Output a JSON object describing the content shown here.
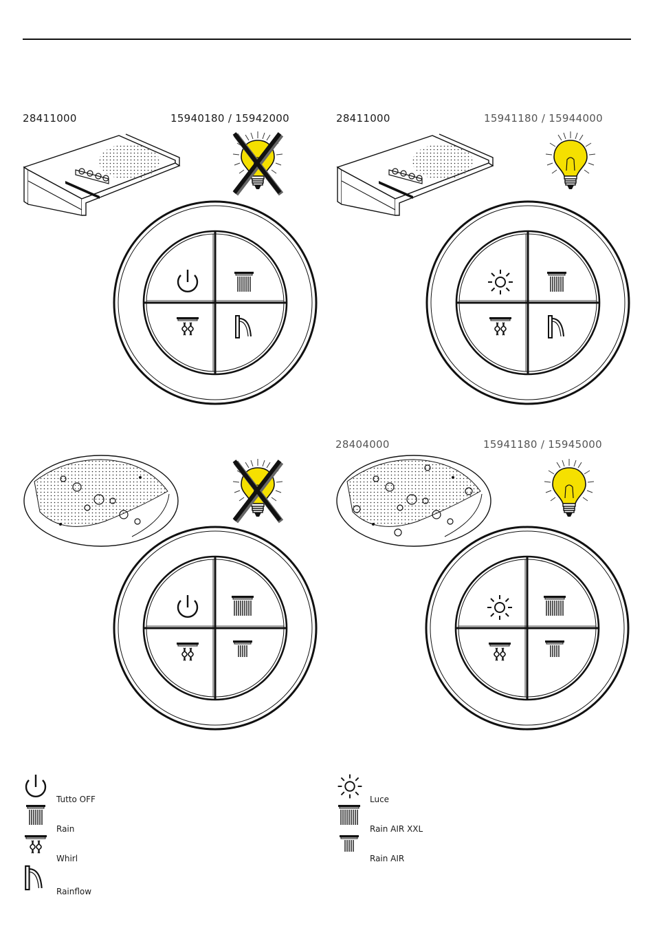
{
  "panels": [
    {
      "id": "top-left",
      "model": "28411000",
      "codes": "15940180 / 15942000",
      "light": "crossed",
      "device": "rectangular-overhead",
      "buttons": [
        "power",
        "rain",
        "whirl",
        "rainflow"
      ]
    },
    {
      "id": "top-right",
      "model": "28411000",
      "codes": "15941180 / 15944000",
      "light": "on",
      "device": "rectangular-overhead",
      "buttons": [
        "light",
        "rain",
        "whirl",
        "rainflow"
      ]
    },
    {
      "id": "bottom-left",
      "model": "",
      "codes": "",
      "light": "crossed",
      "device": "round-overhead",
      "buttons": [
        "power",
        "rain-xxl",
        "whirl",
        "rain-air"
      ]
    },
    {
      "id": "bottom-right",
      "model": "28404000",
      "codes": "15941180 / 15945000",
      "light": "on",
      "device": "round-overhead-light",
      "buttons": [
        "light",
        "rain-xxl",
        "whirl",
        "rain-air"
      ]
    }
  ],
  "legend_left": [
    {
      "icon": "power-icon",
      "label": "Tutto OFF"
    },
    {
      "icon": "rain-icon",
      "label": "Rain"
    },
    {
      "icon": "whirl-icon",
      "label": "Whirl"
    },
    {
      "icon": "rainflow-icon",
      "label": "Rainflow"
    }
  ],
  "legend_right": [
    {
      "icon": "light-icon",
      "label": "Luce"
    },
    {
      "icon": "rain-air-xxl-icon",
      "label": "Rain AIR XXL"
    },
    {
      "icon": "rain-air-icon",
      "label": "Rain AIR"
    }
  ],
  "colors": {
    "bulb": "#f5e000",
    "ink": "#111111",
    "gray_text": "#555555"
  }
}
